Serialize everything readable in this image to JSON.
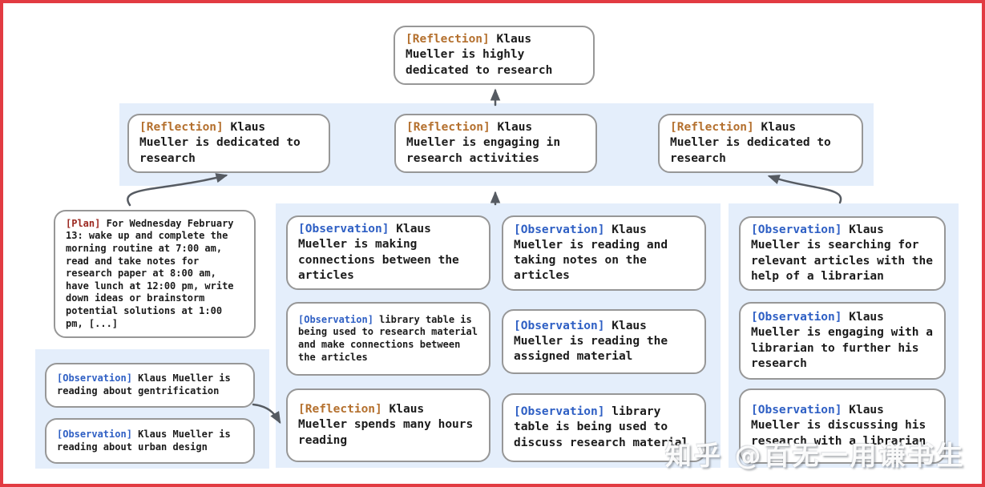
{
  "colors": {
    "frame": "#e23b42",
    "band": "#e4eefb",
    "node_border": "#979797",
    "reflection_tag": "#b4702e",
    "observation_tag": "#2e5fc4",
    "plan_tag": "#9c2921",
    "arrow": "#565b62"
  },
  "nodes": {
    "root": {
      "tag": "[Reflection]",
      "text": "Klaus Mueller is highly dedicated to research"
    },
    "level2": [
      {
        "tag": "[Reflection]",
        "text": "Klaus Mueller is dedicated to research"
      },
      {
        "tag": "[Reflection]",
        "text": "Klaus Mueller is engaging in research activities"
      },
      {
        "tag": "[Reflection]",
        "text": "Klaus Mueller is dedicated to research"
      }
    ],
    "plan": {
      "tag": "[Plan]",
      "text": "For Wednesday February 13: wake up and complete the morning routine at 7:00 am, read and take notes for research paper at 8:00 am, have lunch at 12:00 pm, write down ideas or brainstorm potential solutions at 1:00 pm, [...]"
    },
    "mid_col1": [
      {
        "tag": "[Observation]",
        "text": "Klaus Mueller is making connections between the articles"
      },
      {
        "tag": "[Observation]",
        "text": "library table is being used to research material and make connections between the articles"
      },
      {
        "tag": "[Reflection]",
        "text": "Klaus Mueller spends many hours reading"
      }
    ],
    "mid_col2": [
      {
        "tag": "[Observation]",
        "text": "Klaus Mueller is reading and taking notes on the articles"
      },
      {
        "tag": "[Observation]",
        "text": "Klaus Mueller is reading the assigned material"
      },
      {
        "tag": "[Observation]",
        "text": "library table is being used to discuss research material"
      }
    ],
    "right_col": [
      {
        "tag": "[Observation]",
        "text": "Klaus Mueller is searching for relevant articles with the help of a librarian"
      },
      {
        "tag": "[Observation]",
        "text": "Klaus Mueller is engaging with a librarian to further his research"
      },
      {
        "tag": "[Observation]",
        "text": "Klaus Mueller is discussing his research with a librarian"
      }
    ],
    "bottom_left": [
      {
        "tag": "[Observation]",
        "text": "Klaus Mueller is reading about gentrification"
      },
      {
        "tag": "[Observation]",
        "text": "Klaus Mueller is reading about urban design"
      }
    ]
  },
  "watermark": "知乎 @百无一用谦书生"
}
